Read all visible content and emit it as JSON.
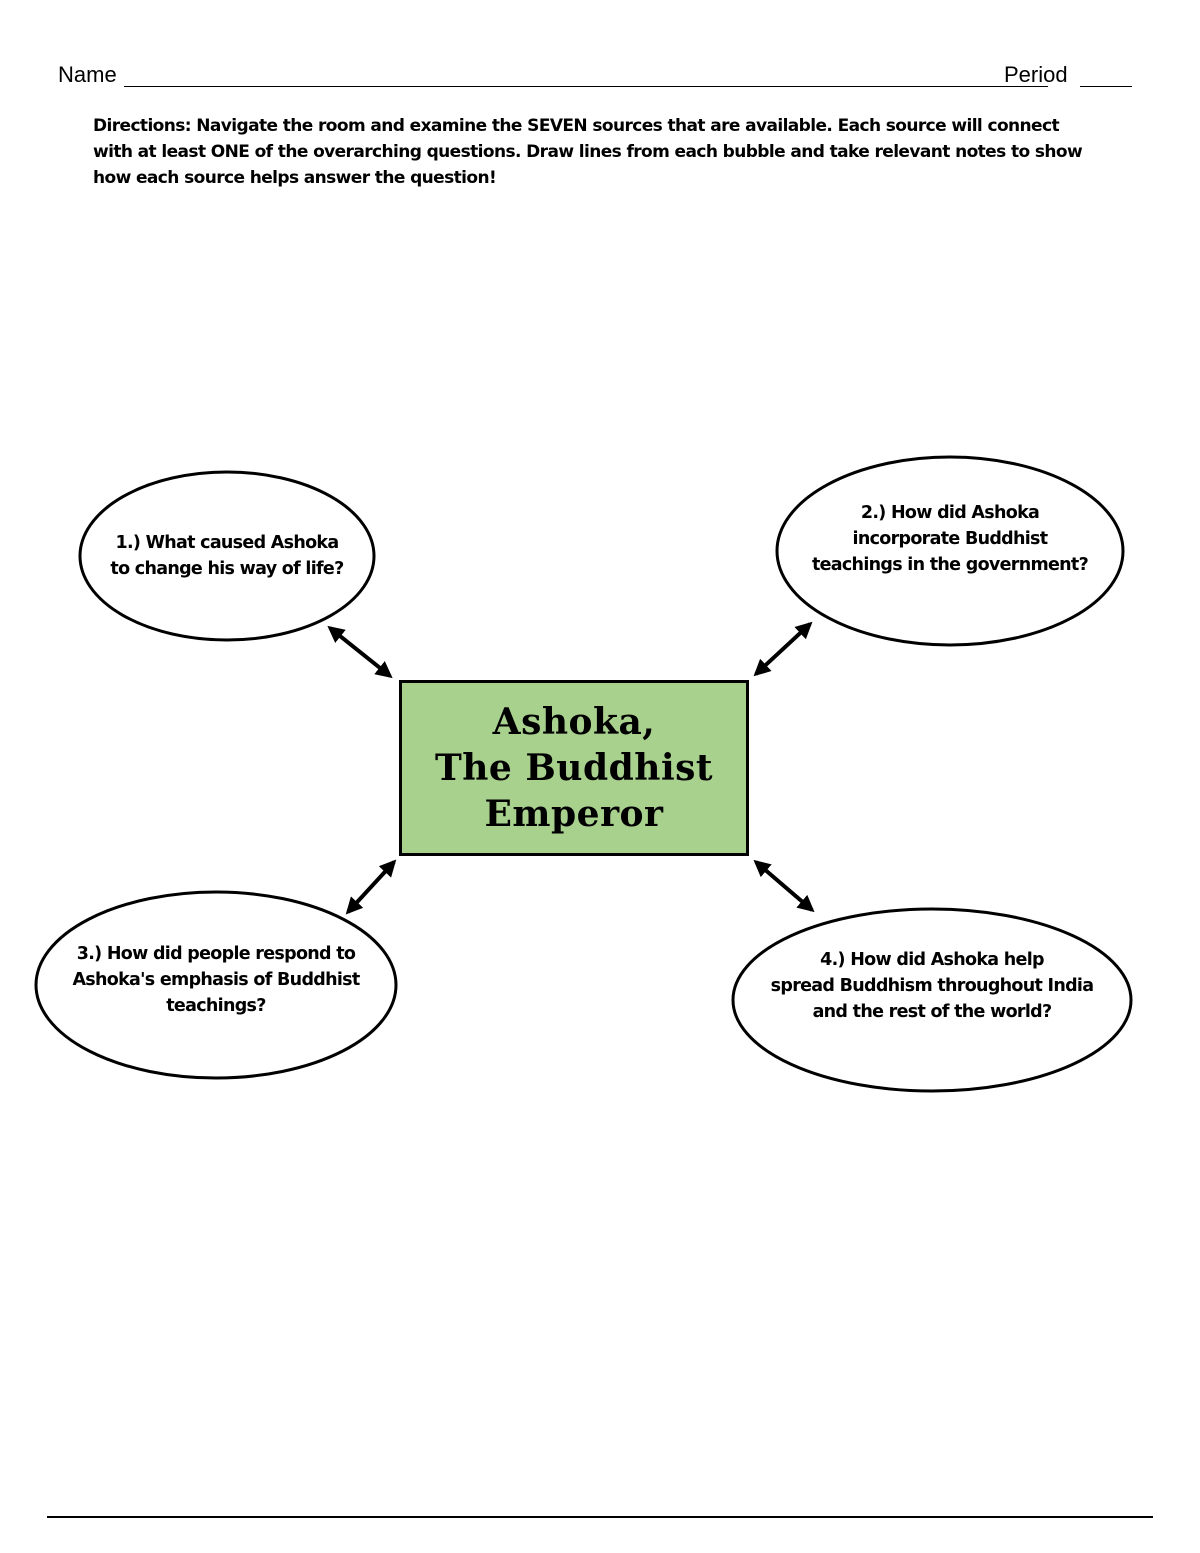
{
  "header": {
    "name_label": "Name",
    "period_label": "Period"
  },
  "directions": "Directions:  Navigate the room and examine the SEVEN sources that are available.  Each source will connect with at least ONE of the overarching questions.  Draw lines from each bubble and take relevant notes to show how each source helps answer the question!",
  "center": {
    "title": "Ashoka,\nThe Buddhist\nEmperor",
    "fill_color": "#a9d18e"
  },
  "questions": [
    {
      "text": "1.)  What caused Ashoka\nto change his way of life?"
    },
    {
      "text": "2.) How did Ashoka\nincorporate Buddhist\nteachings in the government?"
    },
    {
      "text": "3.) How did people respond to\nAshoka's emphasis of Buddhist\nteachings?"
    },
    {
      "text": "4.) How did Ashoka help\nspread Buddhism throughout India\nand the rest of the world?"
    }
  ]
}
